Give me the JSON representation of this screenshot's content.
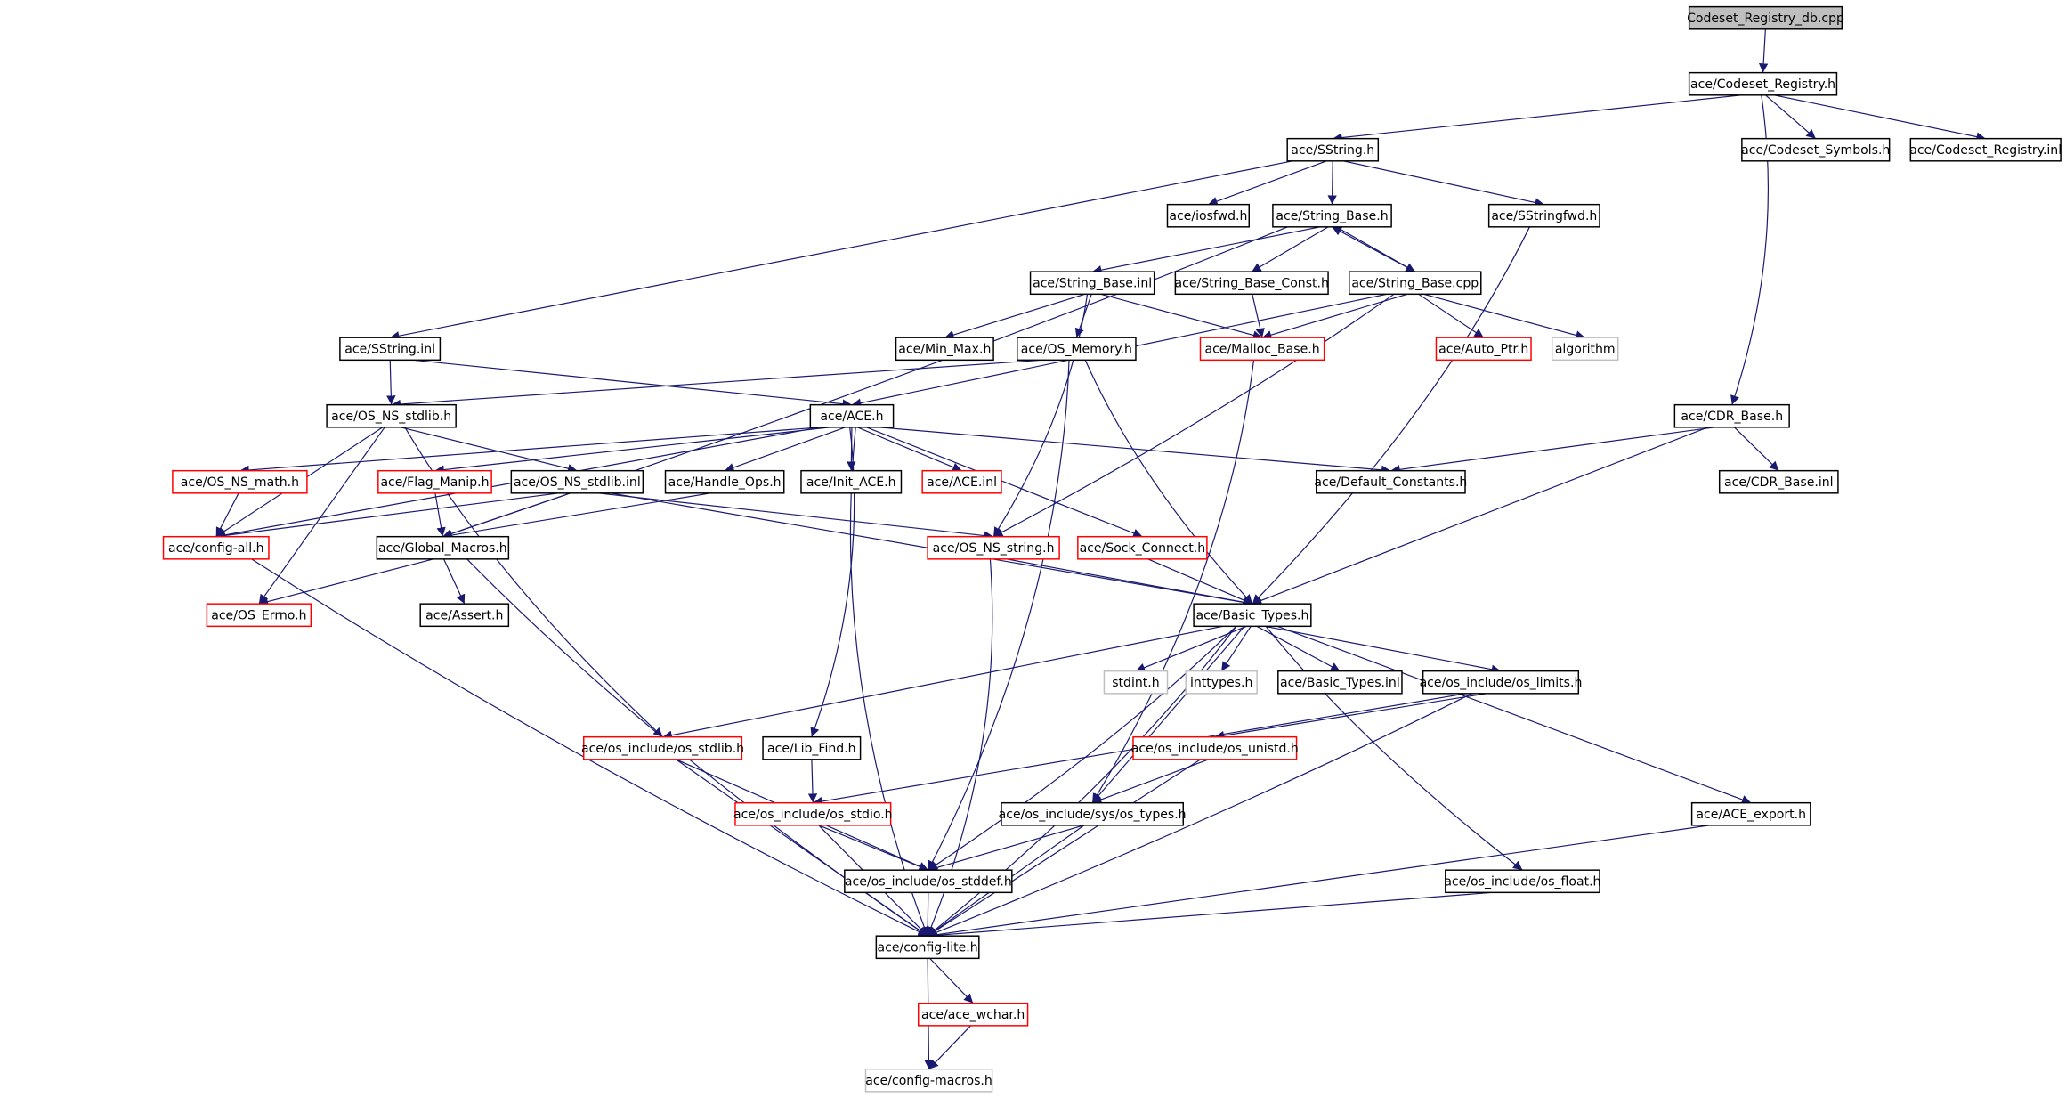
{
  "graph": {
    "nodes": [
      {
        "id": "cpp",
        "label": "Codeset_Registry_db.cpp",
        "style": "root"
      },
      {
        "id": "cr_h",
        "label": "ace/Codeset_Registry.h",
        "style": "normal"
      },
      {
        "id": "sstring_h",
        "label": "ace/SString.h",
        "style": "normal"
      },
      {
        "id": "cs_sym",
        "label": "ace/Codeset_Symbols.h",
        "style": "normal"
      },
      {
        "id": "cr_inl",
        "label": "ace/Codeset_Registry.inl",
        "style": "normal"
      },
      {
        "id": "iosfwd",
        "label": "ace/iosfwd.h",
        "style": "normal"
      },
      {
        "id": "sb_h",
        "label": "ace/String_Base.h",
        "style": "normal"
      },
      {
        "id": "sstringfwd",
        "label": "ace/SStringfwd.h",
        "style": "normal"
      },
      {
        "id": "sb_inl",
        "label": "ace/String_Base.inl",
        "style": "normal"
      },
      {
        "id": "sb_const",
        "label": "ace/String_Base_Const.h",
        "style": "normal"
      },
      {
        "id": "sb_cpp",
        "label": "ace/String_Base.cpp",
        "style": "normal"
      },
      {
        "id": "sstring_inl",
        "label": "ace/SString.inl",
        "style": "normal"
      },
      {
        "id": "minmax",
        "label": "ace/Min_Max.h",
        "style": "normal"
      },
      {
        "id": "os_memory",
        "label": "ace/OS_Memory.h",
        "style": "normal"
      },
      {
        "id": "malloc_base",
        "label": "ace/Malloc_Base.h",
        "style": "red"
      },
      {
        "id": "auto_ptr",
        "label": "ace/Auto_Ptr.h",
        "style": "red"
      },
      {
        "id": "algorithm",
        "label": "algorithm",
        "style": "gray"
      },
      {
        "id": "ns_stdlib_h",
        "label": "ace/OS_NS_stdlib.h",
        "style": "normal"
      },
      {
        "id": "ace_h",
        "label": "ace/ACE.h",
        "style": "normal"
      },
      {
        "id": "cdr_h",
        "label": "ace/CDR_Base.h",
        "style": "normal"
      },
      {
        "id": "ns_math",
        "label": "ace/OS_NS_math.h",
        "style": "red"
      },
      {
        "id": "flag_manip",
        "label": "ace/Flag_Manip.h",
        "style": "red"
      },
      {
        "id": "ns_stdlib_inl",
        "label": "ace/OS_NS_stdlib.inl",
        "style": "normal"
      },
      {
        "id": "handle_ops",
        "label": "ace/Handle_Ops.h",
        "style": "normal"
      },
      {
        "id": "init_ace",
        "label": "ace/Init_ACE.h",
        "style": "normal"
      },
      {
        "id": "ace_inl",
        "label": "ace/ACE.inl",
        "style": "red"
      },
      {
        "id": "default_const",
        "label": "ace/Default_Constants.h",
        "style": "normal"
      },
      {
        "id": "cdr_inl",
        "label": "ace/CDR_Base.inl",
        "style": "normal"
      },
      {
        "id": "config_all",
        "label": "ace/config-all.h",
        "style": "red"
      },
      {
        "id": "global_macros",
        "label": "ace/Global_Macros.h",
        "style": "normal"
      },
      {
        "id": "ns_string",
        "label": "ace/OS_NS_string.h",
        "style": "red"
      },
      {
        "id": "sock_connect",
        "label": "ace/Sock_Connect.h",
        "style": "red"
      },
      {
        "id": "os_errno",
        "label": "ace/OS_Errno.h",
        "style": "red"
      },
      {
        "id": "assert",
        "label": "ace/Assert.h",
        "style": "normal"
      },
      {
        "id": "basic_types",
        "label": "ace/Basic_Types.h",
        "style": "normal"
      },
      {
        "id": "stdint",
        "label": "stdint.h",
        "style": "gray"
      },
      {
        "id": "inttypes",
        "label": "inttypes.h",
        "style": "gray"
      },
      {
        "id": "bt_inl",
        "label": "ace/Basic_Types.inl",
        "style": "normal"
      },
      {
        "id": "os_limits",
        "label": "ace/os_include/os_limits.h",
        "style": "normal"
      },
      {
        "id": "os_stdlib",
        "label": "ace/os_include/os_stdlib.h",
        "style": "red"
      },
      {
        "id": "lib_find",
        "label": "ace/Lib_Find.h",
        "style": "normal"
      },
      {
        "id": "os_unistd",
        "label": "ace/os_include/os_unistd.h",
        "style": "red"
      },
      {
        "id": "os_stdio",
        "label": "ace/os_include/os_stdio.h",
        "style": "red"
      },
      {
        "id": "os_types",
        "label": "ace/os_include/sys/os_types.h",
        "style": "normal"
      },
      {
        "id": "ace_export",
        "label": "ace/ACE_export.h",
        "style": "normal"
      },
      {
        "id": "os_stddef",
        "label": "ace/os_include/os_stddef.h",
        "style": "normal"
      },
      {
        "id": "os_float",
        "label": "ace/os_include/os_float.h",
        "style": "normal"
      },
      {
        "id": "config_lite",
        "label": "ace/config-lite.h",
        "style": "normal"
      },
      {
        "id": "ace_wchar",
        "label": "ace/ace_wchar.h",
        "style": "red"
      },
      {
        "id": "config_macros",
        "label": "ace/config-macros.h",
        "style": "gray"
      }
    ],
    "edges": [
      [
        "cpp",
        "cr_h"
      ],
      [
        "cr_h",
        "sstring_h"
      ],
      [
        "cr_h",
        "cs_sym"
      ],
      [
        "cr_h",
        "cr_inl"
      ],
      [
        "cr_h",
        "cdr_h"
      ],
      [
        "sstring_h",
        "iosfwd"
      ],
      [
        "sstring_h",
        "sb_h"
      ],
      [
        "sstring_h",
        "sstringfwd"
      ],
      [
        "sstring_h",
        "sstring_inl"
      ],
      [
        "sstringfwd",
        "basic_types"
      ],
      [
        "sb_h",
        "sb_inl"
      ],
      [
        "sb_h",
        "sb_const"
      ],
      [
        "sb_h",
        "sb_cpp"
      ],
      [
        "sb_h",
        "global_macros"
      ],
      [
        "sb_cpp",
        "sb_h"
      ],
      [
        "sb_cpp",
        "malloc_base"
      ],
      [
        "sb_cpp",
        "auto_ptr"
      ],
      [
        "sb_cpp",
        "algorithm"
      ],
      [
        "sb_cpp",
        "ace_h"
      ],
      [
        "sb_cpp",
        "ns_string"
      ],
      [
        "sb_inl",
        "minmax"
      ],
      [
        "sb_inl",
        "os_memory"
      ],
      [
        "sb_inl",
        "malloc_base"
      ],
      [
        "sb_inl",
        "ns_string"
      ],
      [
        "sb_const",
        "malloc_base"
      ],
      [
        "sstring_inl",
        "ns_stdlib_h"
      ],
      [
        "sstring_inl",
        "ace_h"
      ],
      [
        "os_memory",
        "ns_stdlib_h"
      ],
      [
        "os_memory",
        "basic_types"
      ],
      [
        "os_memory",
        "os_stddef"
      ],
      [
        "malloc_base",
        "os_types"
      ],
      [
        "ns_stdlib_h",
        "config_all"
      ],
      [
        "ns_stdlib_h",
        "ns_stdlib_inl"
      ],
      [
        "ns_stdlib_h",
        "os_errno"
      ],
      [
        "ns_stdlib_h",
        "os_stdlib"
      ],
      [
        "ace_h",
        "ns_math"
      ],
      [
        "ace_h",
        "flag_manip"
      ],
      [
        "ace_h",
        "handle_ops"
      ],
      [
        "ace_h",
        "init_ace"
      ],
      [
        "ace_h",
        "ace_inl"
      ],
      [
        "ace_h",
        "default_const"
      ],
      [
        "ace_h",
        "sock_connect"
      ],
      [
        "ace_h",
        "config_lite"
      ],
      [
        "ace_h",
        "lib_find"
      ],
      [
        "ace_h",
        "config_all"
      ],
      [
        "cdr_h",
        "default_const"
      ],
      [
        "cdr_h",
        "cdr_inl"
      ],
      [
        "cdr_h",
        "basic_types"
      ],
      [
        "ns_math",
        "config_all"
      ],
      [
        "flag_manip",
        "global_macros"
      ],
      [
        "ns_stdlib_inl",
        "global_macros"
      ],
      [
        "ns_stdlib_inl",
        "config_all"
      ],
      [
        "ns_stdlib_inl",
        "ns_string"
      ],
      [
        "ns_stdlib_inl",
        "basic_types"
      ],
      [
        "handle_ops",
        "global_macros"
      ],
      [
        "global_macros",
        "os_errno"
      ],
      [
        "global_macros",
        "assert"
      ],
      [
        "global_macros",
        "config_lite"
      ],
      [
        "config_all",
        "config_lite"
      ],
      [
        "ns_string",
        "basic_types"
      ],
      [
        "ns_string",
        "config_lite"
      ],
      [
        "sock_connect",
        "basic_types"
      ],
      [
        "basic_types",
        "stdint"
      ],
      [
        "basic_types",
        "inttypes"
      ],
      [
        "basic_types",
        "bt_inl"
      ],
      [
        "basic_types",
        "os_limits"
      ],
      [
        "basic_types",
        "os_stdlib"
      ],
      [
        "basic_types",
        "os_types"
      ],
      [
        "basic_types",
        "os_stddef"
      ],
      [
        "basic_types",
        "ace_export"
      ],
      [
        "basic_types",
        "os_float"
      ],
      [
        "basic_types",
        "config_lite"
      ],
      [
        "os_limits",
        "os_unistd"
      ],
      [
        "os_limits",
        "os_stdio"
      ],
      [
        "os_limits",
        "config_lite"
      ],
      [
        "os_stdlib",
        "os_stddef"
      ],
      [
        "os_stdlib",
        "config_lite"
      ],
      [
        "lib_find",
        "os_stdio"
      ],
      [
        "os_unistd",
        "os_types"
      ],
      [
        "os_unistd",
        "config_lite"
      ],
      [
        "os_stdio",
        "os_stddef"
      ],
      [
        "os_stdio",
        "config_lite"
      ],
      [
        "os_types",
        "os_stddef"
      ],
      [
        "os_types",
        "config_lite"
      ],
      [
        "os_stddef",
        "config_lite"
      ],
      [
        "ace_export",
        "config_lite"
      ],
      [
        "os_float",
        "config_lite"
      ],
      [
        "config_lite",
        "ace_wchar"
      ],
      [
        "config_lite",
        "config_macros"
      ],
      [
        "ace_wchar",
        "config_macros"
      ]
    ],
    "colors": {
      "edge": "#191970",
      "red_border": "#ff0000",
      "gray_border": "#bfbfbf",
      "root_fill": "#bfbfbf"
    }
  }
}
